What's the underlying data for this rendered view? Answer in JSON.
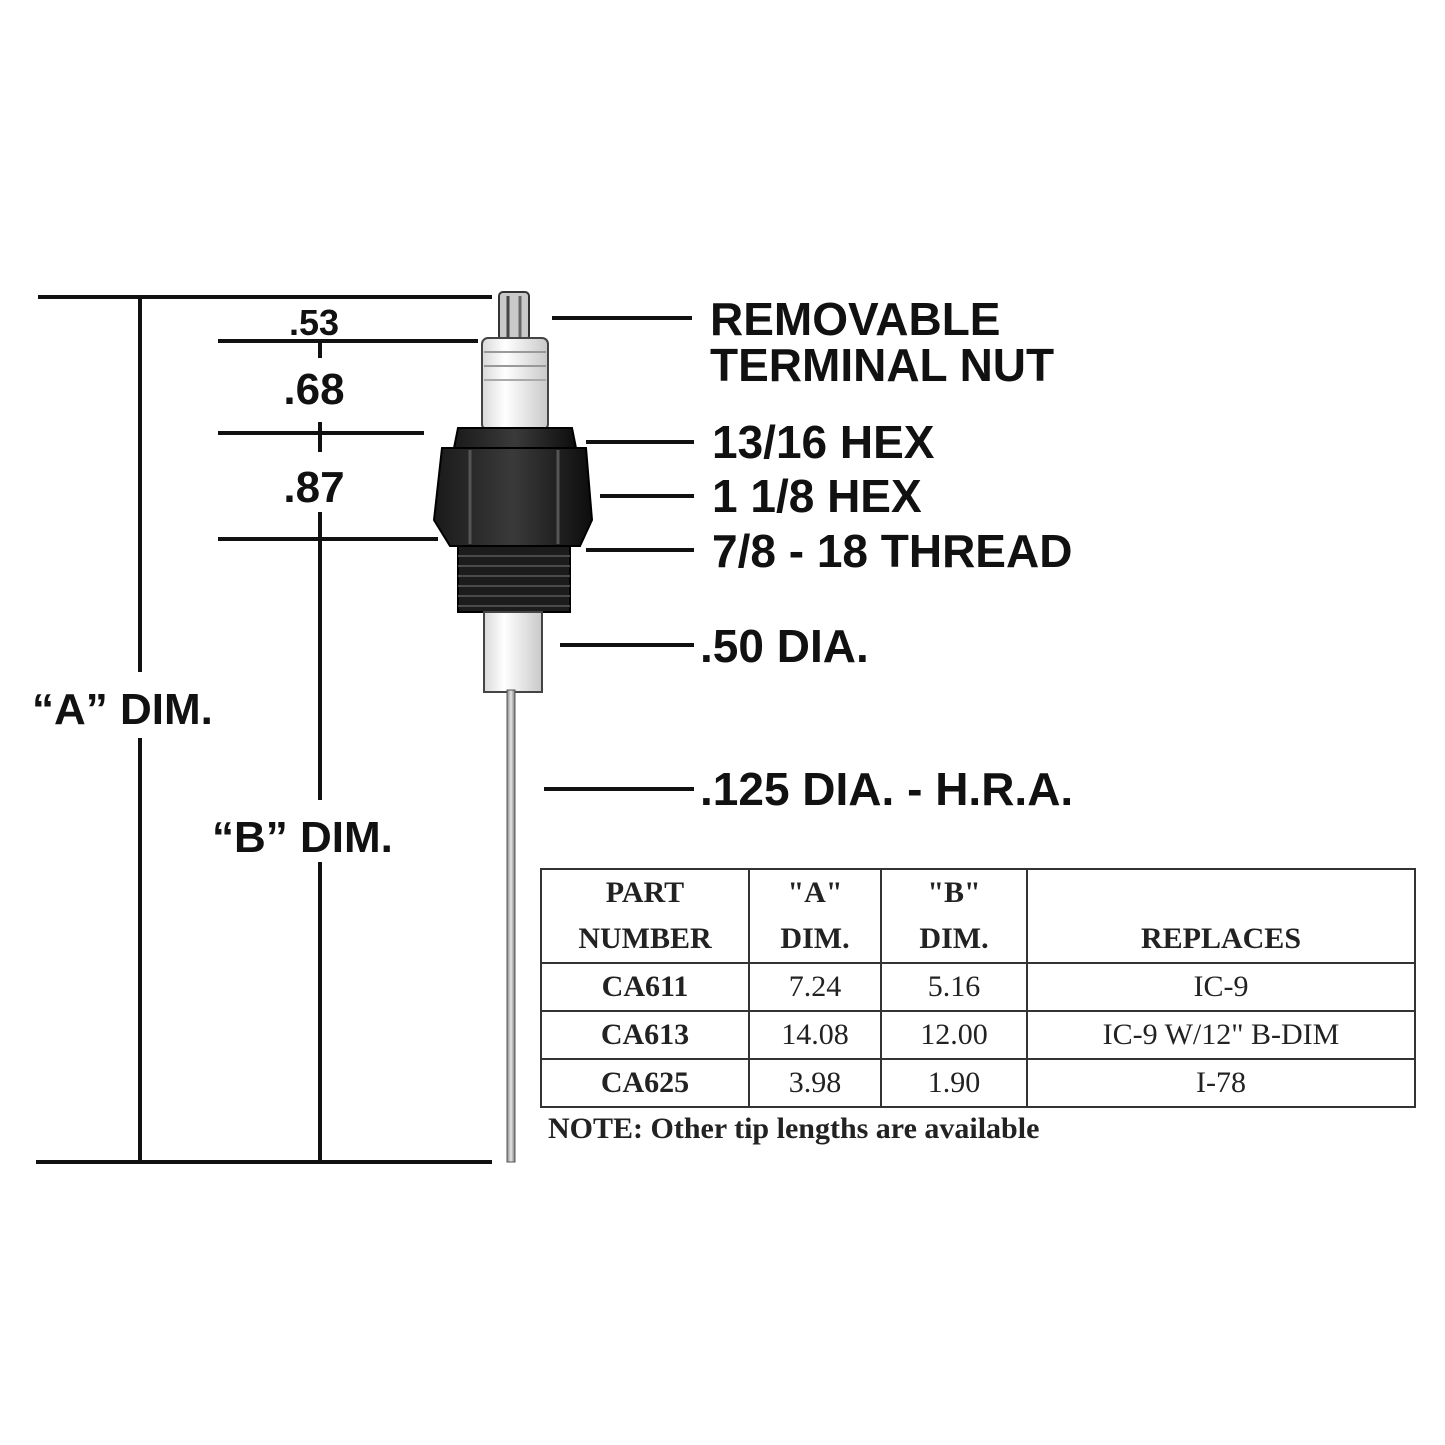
{
  "dimensions": {
    "seg1": ".53",
    "seg2": ".68",
    "seg3": ".87",
    "a_dim": "“A” DIM.",
    "b_dim": "“B” DIM."
  },
  "callouts": {
    "terminal_nut_line1": "REMOVABLE",
    "terminal_nut_line2": "TERMINAL NUT",
    "hex_small": "13/16 HEX",
    "hex_large": "1 1/8 HEX",
    "thread": "7/8 - 18 THREAD",
    "insulator_dia": ".50 DIA.",
    "rod_dia": ".125 DIA. - H.R.A."
  },
  "table": {
    "headers": {
      "part_line1": "PART",
      "part_line2": "NUMBER",
      "a_line1": "\"A\"",
      "a_line2": "DIM.",
      "b_line1": "\"B\"",
      "b_line2": "DIM.",
      "replaces": "REPLACES"
    },
    "rows": [
      {
        "part": "CA611",
        "a": "7.24",
        "b": "5.16",
        "replaces": "IC-9"
      },
      {
        "part": "CA613",
        "a": "14.08",
        "b": "12.00",
        "replaces": "IC-9 W/12\" B-DIM"
      },
      {
        "part": "CA625",
        "a": "3.98",
        "b": "1.90",
        "replaces": "I-78"
      }
    ],
    "note": "NOTE: Other tip lengths are available"
  }
}
